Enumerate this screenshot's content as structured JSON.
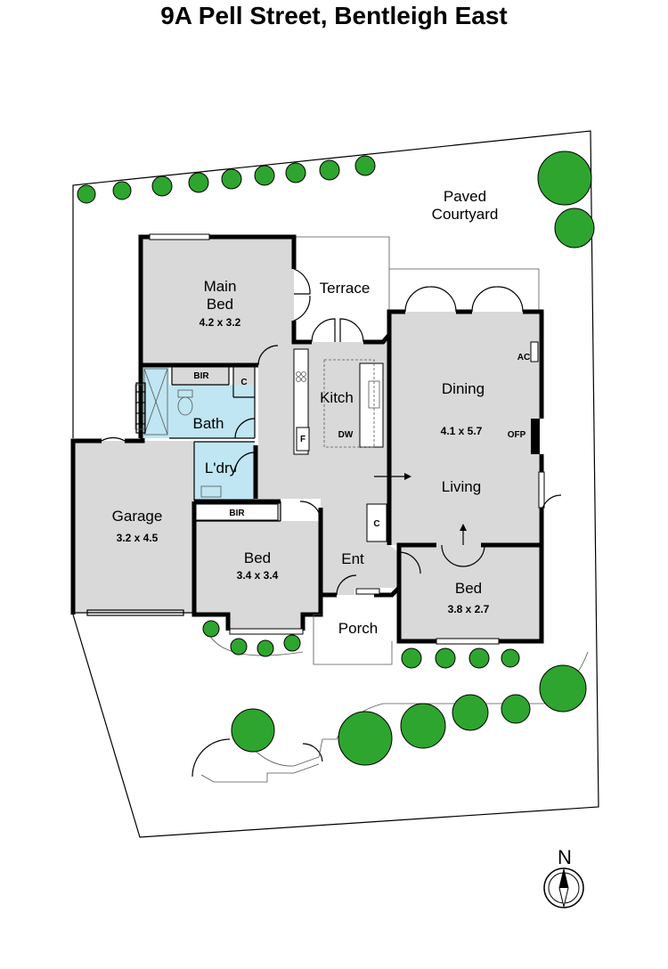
{
  "title": "9A Pell Street, Bentleigh East",
  "rooms": {
    "paved_courtyard": {
      "line1": "Paved",
      "line2": "Courtyard"
    },
    "main_bed": {
      "line1": "Main",
      "line2": "Bed",
      "dims": "4.2 x 3.2"
    },
    "terrace": {
      "label": "Terrace"
    },
    "kitchen": {
      "label": "Kitch"
    },
    "dining": {
      "label": "Dining",
      "dims": "4.1 x 5.7"
    },
    "living": {
      "label": "Living"
    },
    "bath": {
      "label": "Bath"
    },
    "laundry": {
      "label": "L'dry"
    },
    "garage": {
      "label": "Garage",
      "dims": "3.2 x 4.5"
    },
    "bed2": {
      "label": "Bed",
      "dims": "3.4 x 3.4"
    },
    "entry": {
      "label": "Ent"
    },
    "porch": {
      "label": "Porch"
    },
    "bed3": {
      "label": "Bed",
      "dims": "3.8 x 2.7"
    }
  },
  "fixtures": {
    "bir_top": "BIR",
    "bir_bed": "BIR",
    "cupboard_top": "C",
    "cupboard_entry": "C",
    "fridge": "F",
    "dishwasher": "DW",
    "air_conditioner": "AC",
    "fireplace": "OFP"
  },
  "compass": {
    "north": "N"
  },
  "colors": {
    "room_fill": "#d9d9d9",
    "wet_area_fill": "#bfe6f2",
    "tree_fill": "#2ea52e",
    "wall": "#000000"
  }
}
